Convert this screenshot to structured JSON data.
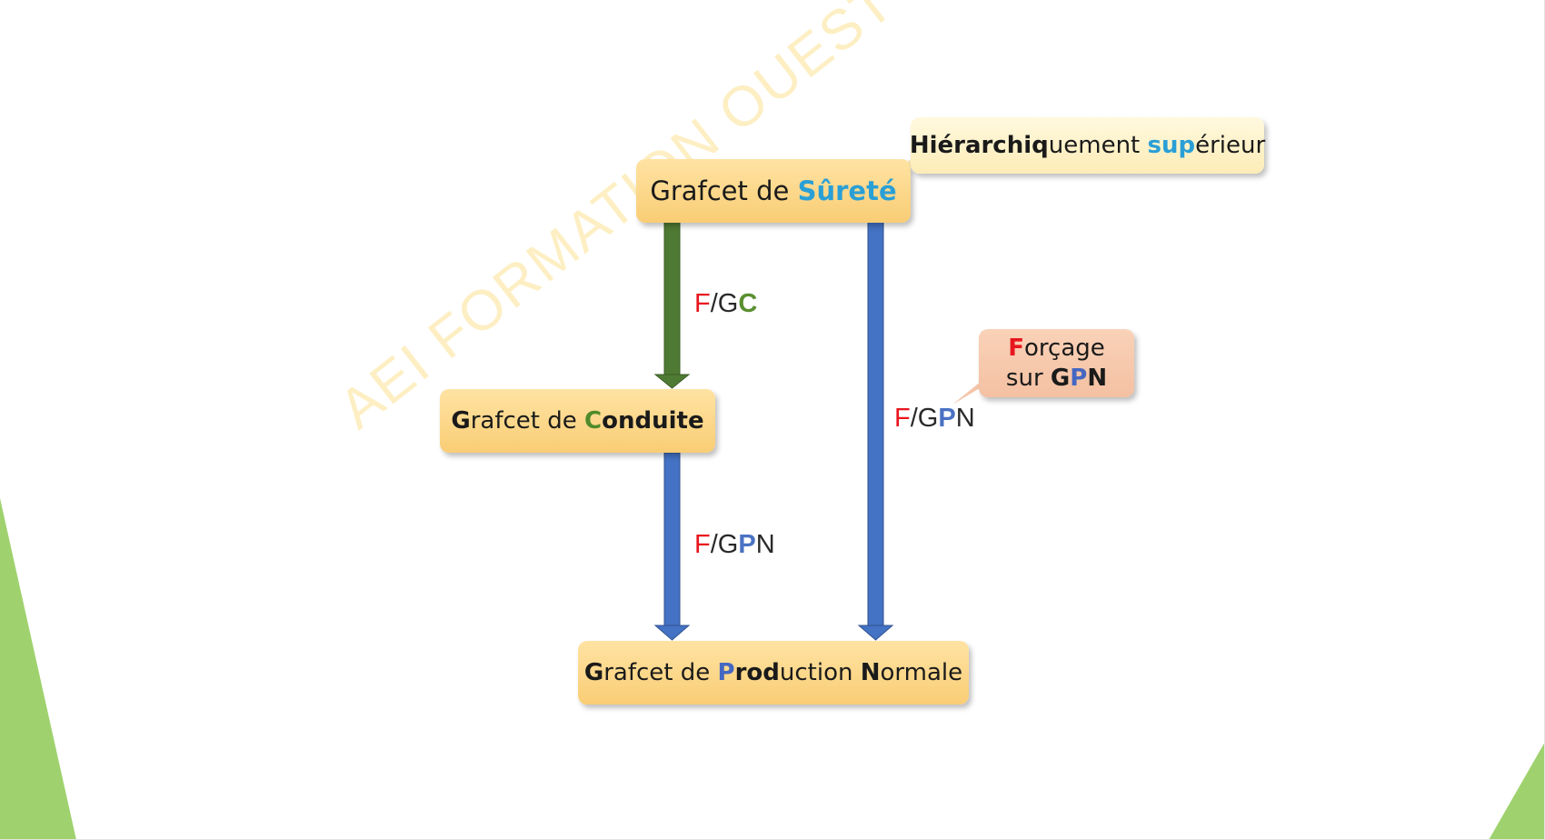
{
  "watermark": "AEI FORMATION OUEST",
  "nodes": {
    "surete": {
      "t1": "Grafcet de ",
      "t2": "Sûreté"
    },
    "conduite": {
      "t1": "G",
      "t2": "rafcet de ",
      "t3": "C",
      "t4": "onduite"
    },
    "production": {
      "t1": "G",
      "t2": "rafcet de ",
      "t3": "P",
      "t4": "rod",
      "t5": "uction ",
      "t6": "N",
      "t7": "ormale"
    }
  },
  "callouts": {
    "hierarchy": {
      "t1": "Hiérarchiq",
      "t2": "uement ",
      "t3": "sup",
      "t4": "érieur"
    },
    "forcage": {
      "t1": "F",
      "t2": "orçage",
      "t3": "sur ",
      "t4": "G",
      "t5": "P",
      "t6": "N"
    }
  },
  "arrows": {
    "fgc": {
      "f": "F",
      "slash": "/",
      "g": "G",
      "c": "C"
    },
    "fgpn_left": {
      "f": "F",
      "slash": "/",
      "g": "G",
      "p": "P",
      "n": "N"
    },
    "fgpn_right": {
      "f": "F",
      "slash": "/",
      "g": "G",
      "p": "P",
      "n": "N"
    }
  },
  "colors": {
    "arrow_green": "#4f7a33",
    "arrow_blue": "#4472c4",
    "accent_red": "#e8161e",
    "deco_green": "#92d050"
  }
}
